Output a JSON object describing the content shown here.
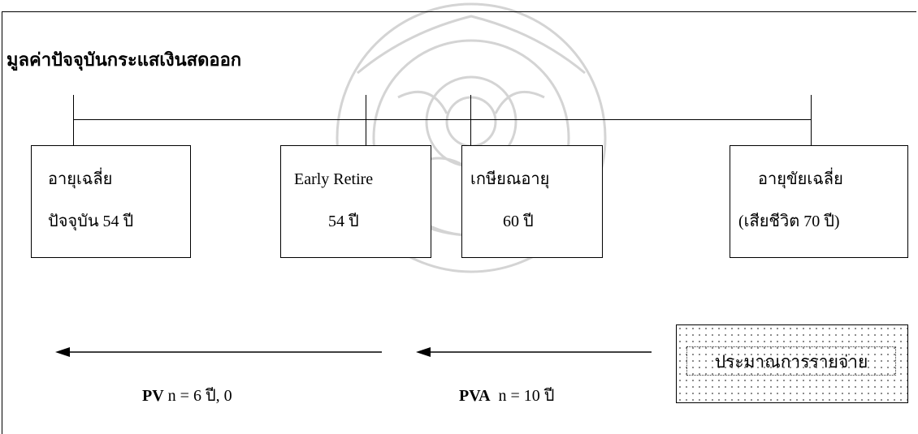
{
  "title": "มูลค่าปัจจุบันกระแสเงินสดออก",
  "boxes": [
    {
      "line1": "อายุเฉลี่ย",
      "line2": "ปัจจุบัน 54 ปี"
    },
    {
      "line1": "Early Retire",
      "line2": "54 ปี"
    },
    {
      "line1": "เกษียณอายุ",
      "line2": "60 ปี"
    },
    {
      "line1": "อายุขัยเฉลี่ย",
      "line2": "(เสียชีวิต 70 ปี)"
    }
  ],
  "estimate_box": {
    "label": "ประมาณการรายจ่าย"
  },
  "captions": {
    "pv": {
      "bold": "PV",
      "text": " n = 6 ปี, 0"
    },
    "pva": {
      "bold": "PVA",
      "text": "  n = 10 ปี"
    }
  },
  "colors": {
    "line": "#000000",
    "watermark": "#cfcfcf"
  }
}
